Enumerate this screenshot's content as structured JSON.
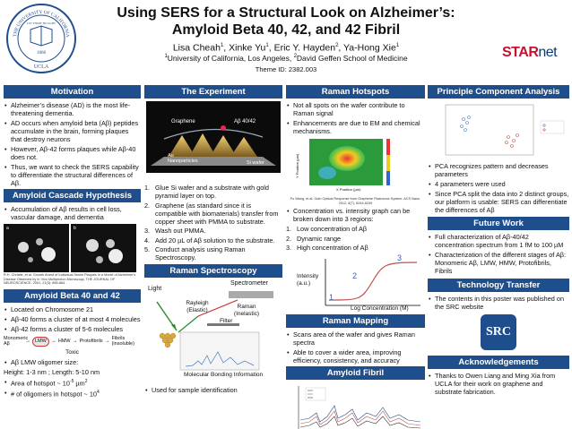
{
  "header": {
    "title_line1": "Using SERS for a Structural Look on Alzheimer’s:",
    "title_line2": "Amyloid Beta 40, 42, and 42 Fibril",
    "authors": "Lisa Cheah1, Xinke Yu1, Eric Y. Hayden2, Ya-Hong Xie1",
    "affiliations": "1University of California, Los Angeles, 2David Geffen School of Medicine",
    "theme": "Theme ID: 2382.003",
    "logo_star": "STAR",
    "logo_net": "net",
    "seal_text": "THE UNIVERSITY OF CALIFORNIA",
    "seal_year": "1868",
    "seal_bottom": "UCLA",
    "seal_motto": "LET THERE BE LIGHT"
  },
  "motivation": {
    "heading": "Motivation",
    "bullets": [
      "Alzheimer’s disease (AD) is the most life-threatening dementia.",
      "AD occurs when amyloid beta (Aβ) peptides accumulate in the brain, forming plaques that destroy neurons",
      "However, Aβ-42 forms plaques while Aβ-40 does not.",
      "Thus, we want to check the SERS capability to differentiate the structural differences of Aβ."
    ]
  },
  "cascade": {
    "heading": "Amyloid Cascade Hypothesis",
    "bullets": [
      "Accumulation of Aβ results in cell loss, vascular damage, and dementia"
    ],
    "panel_a": "a",
    "panel_b": "b",
    "caption": "R.H. Christie, et al. Growth Arrest of Individual Senile Plaques in a Model of Alzheimer’s Disease Observed by In Vivo Multiphoton Microscopy. THE JOURNAL OF NEUROSCIENCE. 2001, 21(3): 858-864."
  },
  "ab4042": {
    "heading": "Amyloid Beta 40 and 42",
    "bullets": [
      "Located on Chromosome 21",
      "Aβ-40 forms a cluster of at most 4 molecules",
      "Aβ-42 forms a cluster of 5-6 molecules"
    ],
    "pathway": {
      "monomeric": "Monomeric Aβ",
      "lmw": "LMW",
      "hmw": "HMW",
      "protofibrils": "Protofibrils",
      "fibrils": "Fibrils (insoluble)",
      "toxic": "Toxic"
    },
    "bullets2": [
      "Aβ LMW oligomer size:"
    ],
    "size_line": "Height: 1-3 nm ; Length: 5-10 nm",
    "bullets3": [
      "Area of hotspot ~ 10-5 µm2",
      "# of oligomers in hotspot ~ 104"
    ]
  },
  "experiment": {
    "heading": "The Experiment",
    "fig_labels": {
      "graphene": "Graphene",
      "ab": "Aβ 40/42",
      "au": "Au Nanoparticles",
      "si": "Si wafer"
    },
    "steps": [
      "Glue Si wafer and a substrate with gold pyramid layer on top.",
      "Graphene (as standard since it is compatible with biomaterials) transfer from copper sheet with PMMA to substrate.",
      "Wash out PMMA.",
      "Add 20 µL of Aβ solution to the substrate.",
      "Conduct analysis using Raman Spectroscopy."
    ]
  },
  "spectroscopy": {
    "heading": "Raman Spectroscopy",
    "labels": {
      "light": "Light",
      "spectrometer": "Spectrometer",
      "rayleigh": "Rayleigh (Elastic)",
      "raman": "Raman (Inelastic)",
      "filter": "Filter",
      "molecular": "Molecular Bonding Information"
    },
    "bullets": [
      "Used for sample identification"
    ]
  },
  "hotspots": {
    "heading": "Raman Hotspots",
    "bullets": [
      "Not all spots on the wafer contribute to Raman signal",
      "Enhancements are due to EM and chemical mechanisms."
    ],
    "map_caption": "Fu Wang, et al. Gain Optical Response from Graphene Plasmonic System. ACS Nano. 2012, 6(7), 6244-6249",
    "map_ylabel": "Y Position (µm)",
    "map_xlabel": "X Position (µm)",
    "bullets2": [
      "Concentration vs. intensity graph can be broken down into 3 regions:"
    ],
    "regions": [
      "Low concentration of Aβ",
      "Dynamic range",
      "High concentration of Aβ"
    ],
    "chart_ylabel": "Intensity (a.u.)",
    "chart_xlabel": "Log Concentration (M)",
    "chart_region_labels": [
      "1",
      "2",
      "3"
    ]
  },
  "mapping": {
    "heading": "Raman Mapping",
    "bullets": [
      "Scans area of the wafer and gives Raman spectra",
      "Able to cover a wider area, improving efficiency, consistency, and accuracy"
    ]
  },
  "fibril": {
    "heading": "Amyloid Fibril"
  },
  "pca": {
    "heading": "Principle Component Analysis",
    "bullets": [
      "PCA recognizes pattern and decreases parameters",
      "4 parameters were used",
      "Since PCA split the data into 2 distinct groups, our platform is usable: SERS can differentiate the differences of Aβ"
    ]
  },
  "future": {
    "heading": "Future Work",
    "bullets": [
      "Full characterization of Aβ-40/42 concentration spectrum from 1 fM to 100 µM",
      "Characterization of the different stages of Aβ: Monomeric Aβ, LMW, HMW, Protofibrils, Fibrils"
    ]
  },
  "transfer": {
    "heading": "Technology Transfer",
    "bullets": [
      "The contents in this poster was published on the SRC website"
    ],
    "src_logo": "SRC"
  },
  "ack": {
    "heading": "Acknowledgements",
    "bullets": [
      "Thanks to Owen Liang and Ming Xia from UCLA for their work on graphene and substrate fabrication."
    ]
  },
  "colors": {
    "header_blue": "#1f4e8c",
    "sigmoid_red": "#c0504d",
    "logo_red": "#c8102e"
  }
}
